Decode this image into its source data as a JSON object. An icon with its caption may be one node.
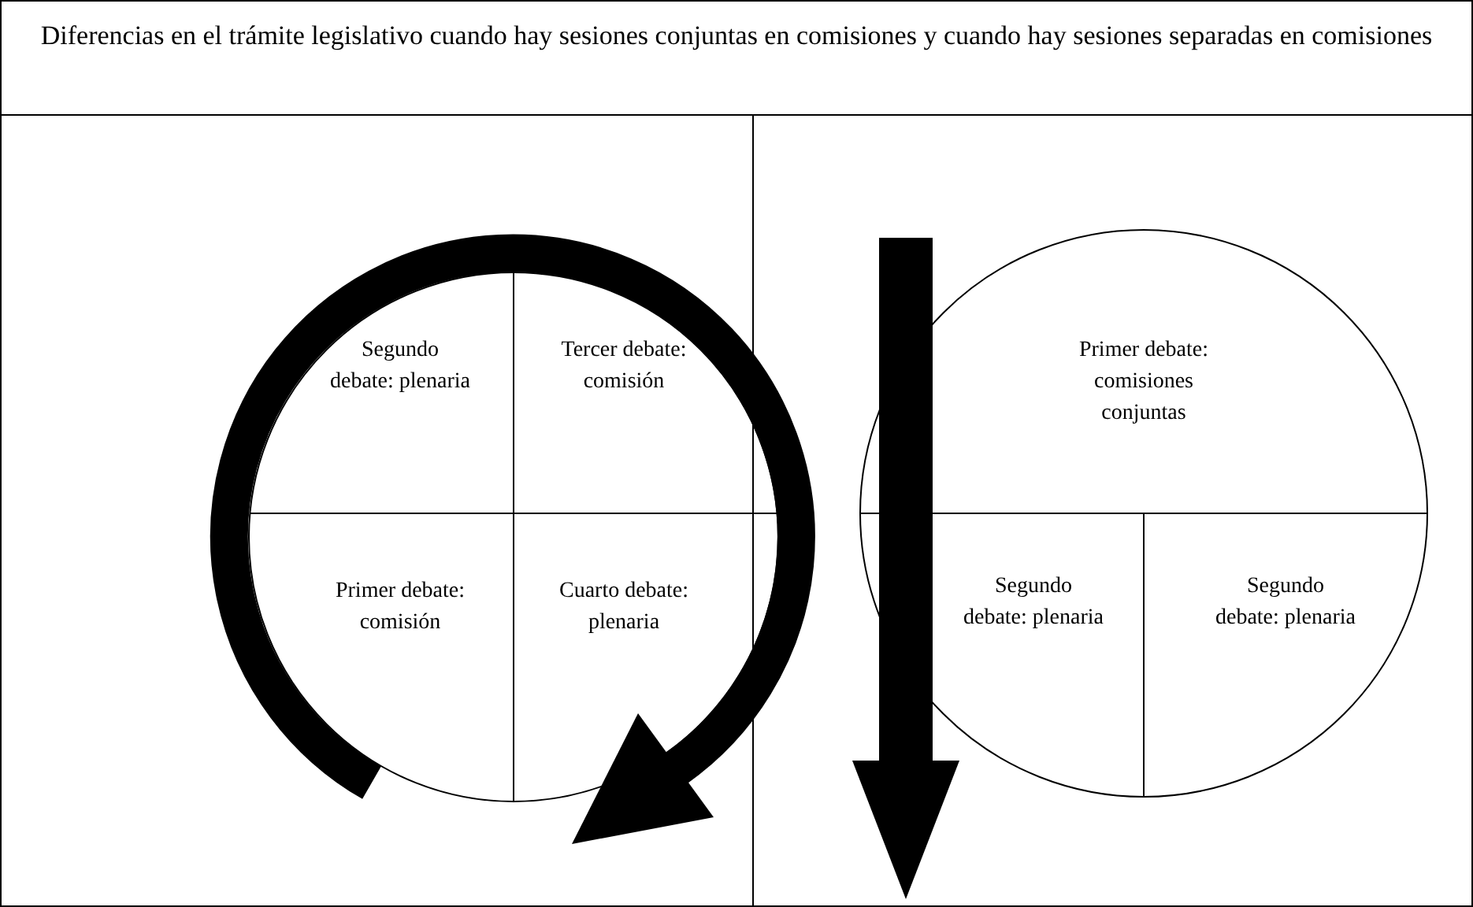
{
  "diagram": {
    "title": "Diferencias en el trámite legislativo cuando hay sesiones conjuntas en comisiones y cuando hay sesiones separadas en comisiones",
    "nodes": [
      {
        "text": [
          "Segundo debate: plenaria"
        ]
      },
      {
        "text": [
          "Tercer debate: comisión"
        ]
      },
      {
        "text": [
          "Primer debate: comisión"
        ]
      },
      {
        "text": [
          "Cuarto debate: plenaria"
        ]
      },
      {
        "text": [
          "Primer debate: comisiones conjuntas"
        ]
      },
      {
        "text": [
          "Segundo debate: plenaria"
        ]
      },
      {
        "text": [
          "Segundo debate: plenaria"
        ]
      }
    ],
    "edges": []
  }
}
